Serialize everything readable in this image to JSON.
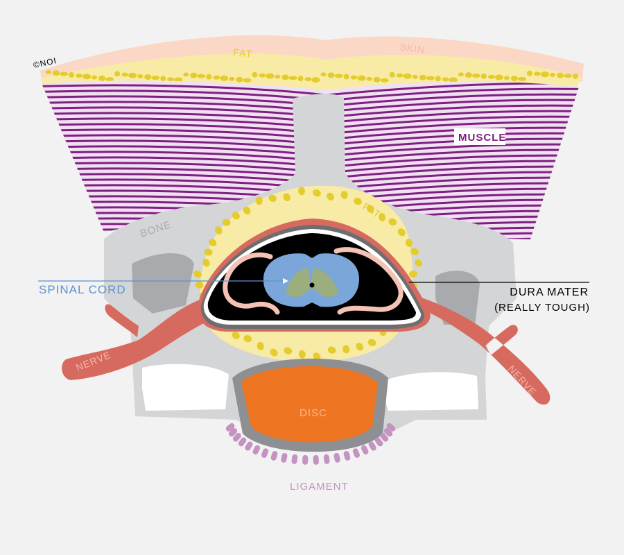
{
  "copyright": "©NOI",
  "labels": {
    "skin": "SKIN",
    "fat_top": "FAT",
    "muscle": "MUSCLE",
    "bone": "BONE",
    "fat_inner": "FAT",
    "spinal_cord": "SPINAL CORD",
    "dura_mater": "DURA MATER",
    "dura_note": "(REALLY TOUGH)",
    "nerve_left": "NERVE",
    "nerve_right": "NERVE",
    "disc": "DISC",
    "ligament": "LIGAMENT"
  },
  "colors": {
    "background": "#f2f2f2",
    "skin": "#fbd7c5",
    "fat": "#f8eba6",
    "fat_dots": "#e4cc2e",
    "muscle": "#f0e1f0",
    "muscle_lines": "#7f1f83",
    "bone": "#d4d5d7",
    "bone_dark": "#a9aaad",
    "nerve": "#d76a5e",
    "canal": "#000000",
    "spinal_cord": "#7ba6d9",
    "grey_matter": "#9cad7e",
    "disc": "#ee7623",
    "disc_ring": "#8e8f92",
    "ligament": "#c493c2",
    "spinal_cord_label": "#5c93cc"
  }
}
